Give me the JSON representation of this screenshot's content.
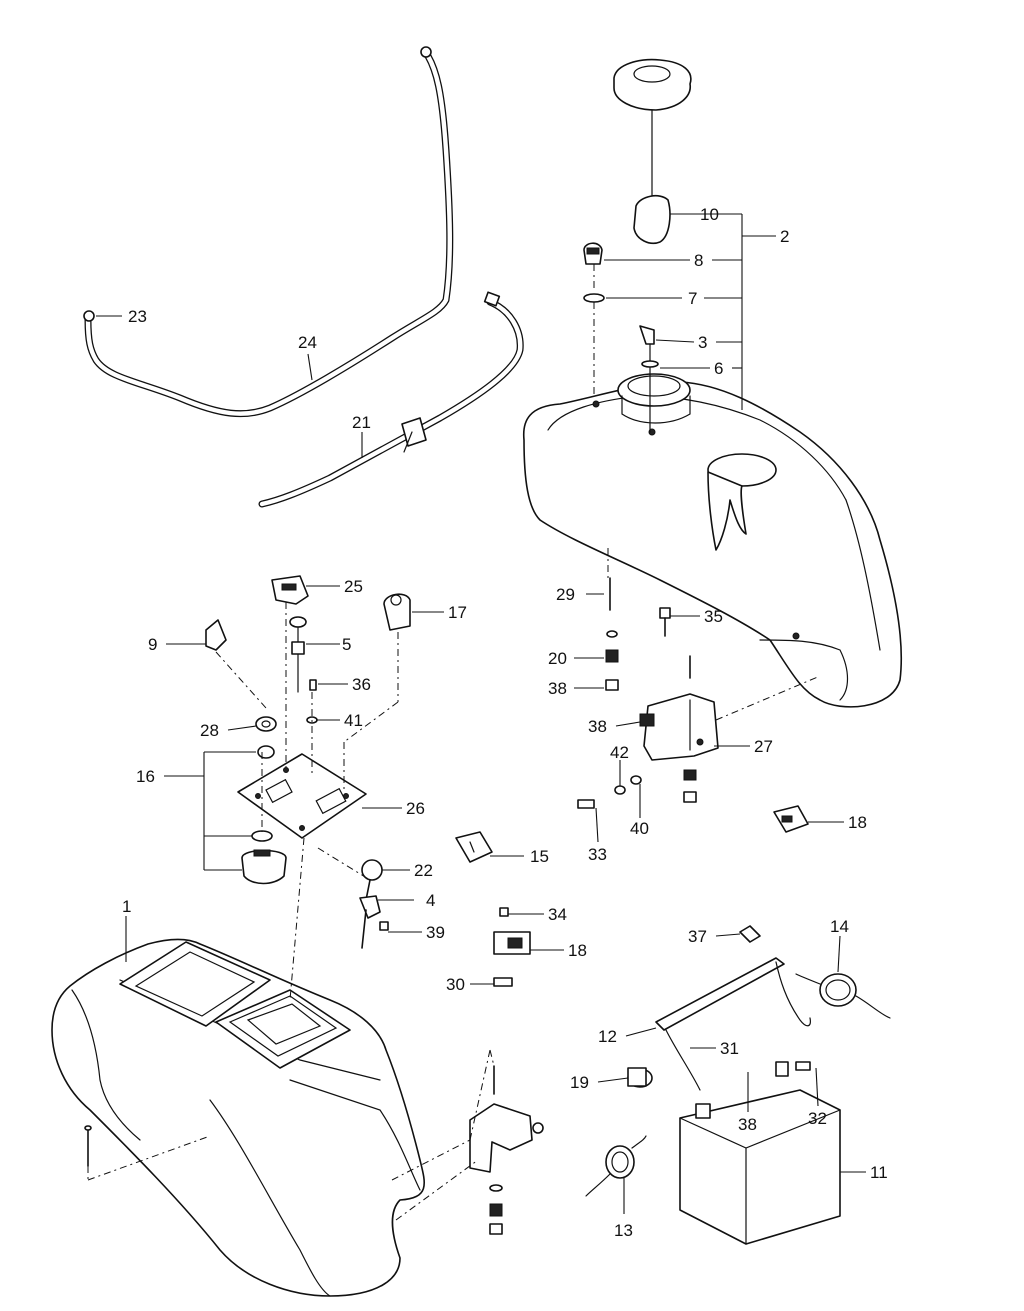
{
  "figure": {
    "background": "#ffffff",
    "line_color": "#111111"
  },
  "callouts": [
    {
      "id": "c1",
      "label": "1"
    },
    {
      "id": "c2",
      "label": "2"
    },
    {
      "id": "c3",
      "label": "3"
    },
    {
      "id": "c4",
      "label": "4"
    },
    {
      "id": "c5",
      "label": "5"
    },
    {
      "id": "c6",
      "label": "6"
    },
    {
      "id": "c7",
      "label": "7"
    },
    {
      "id": "c8",
      "label": "8"
    },
    {
      "id": "c9",
      "label": "9"
    },
    {
      "id": "c10",
      "label": "10"
    },
    {
      "id": "c11",
      "label": "11"
    },
    {
      "id": "c12",
      "label": "12"
    },
    {
      "id": "c13",
      "label": "13"
    },
    {
      "id": "c14",
      "label": "14"
    },
    {
      "id": "c15",
      "label": "15"
    },
    {
      "id": "c16",
      "label": "16"
    },
    {
      "id": "c17",
      "label": "17"
    },
    {
      "id": "c18a",
      "label": "18"
    },
    {
      "id": "c18b",
      "label": "18"
    },
    {
      "id": "c19",
      "label": "19"
    },
    {
      "id": "c20",
      "label": "20"
    },
    {
      "id": "c21",
      "label": "21"
    },
    {
      "id": "c22",
      "label": "22"
    },
    {
      "id": "c23",
      "label": "23"
    },
    {
      "id": "c24",
      "label": "24"
    },
    {
      "id": "c25",
      "label": "25"
    },
    {
      "id": "c26",
      "label": "26"
    },
    {
      "id": "c27",
      "label": "27"
    },
    {
      "id": "c28",
      "label": "28"
    },
    {
      "id": "c29",
      "label": "29"
    },
    {
      "id": "c30",
      "label": "30"
    },
    {
      "id": "c31",
      "label": "31"
    },
    {
      "id": "c32",
      "label": "32"
    },
    {
      "id": "c33",
      "label": "33"
    },
    {
      "id": "c34",
      "label": "34"
    },
    {
      "id": "c35",
      "label": "35"
    },
    {
      "id": "c36",
      "label": "36"
    },
    {
      "id": "c37",
      "label": "37"
    },
    {
      "id": "c38a",
      "label": "38"
    },
    {
      "id": "c38b",
      "label": "38"
    },
    {
      "id": "c38c",
      "label": "38"
    },
    {
      "id": "c39",
      "label": "39"
    },
    {
      "id": "c40",
      "label": "40"
    },
    {
      "id": "c41",
      "label": "41"
    },
    {
      "id": "c42",
      "label": "42"
    }
  ]
}
